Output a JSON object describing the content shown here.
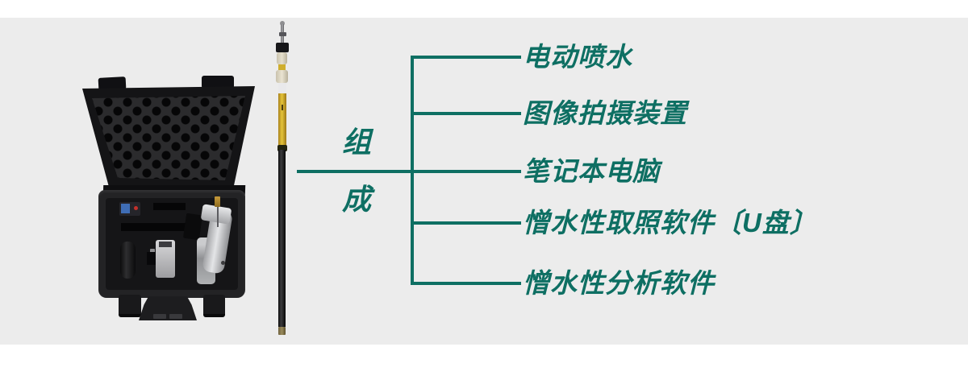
{
  "colors": {
    "accent_teal": "#0e6f63",
    "background_band": "#ececec",
    "page_background": "#ffffff",
    "pole_yellow": "#d9b52f",
    "case_black": "#1c1c1e"
  },
  "diagram": {
    "root_label": "组成",
    "root_label_chars": [
      "组",
      "成"
    ],
    "branches": [
      {
        "label": "电动喷水"
      },
      {
        "label": "图像拍摄装置"
      },
      {
        "label": "笔记本电脑"
      },
      {
        "label": "憎水性取照软件〔U盘〕"
      },
      {
        "label": "憎水性分析软件"
      }
    ]
  }
}
